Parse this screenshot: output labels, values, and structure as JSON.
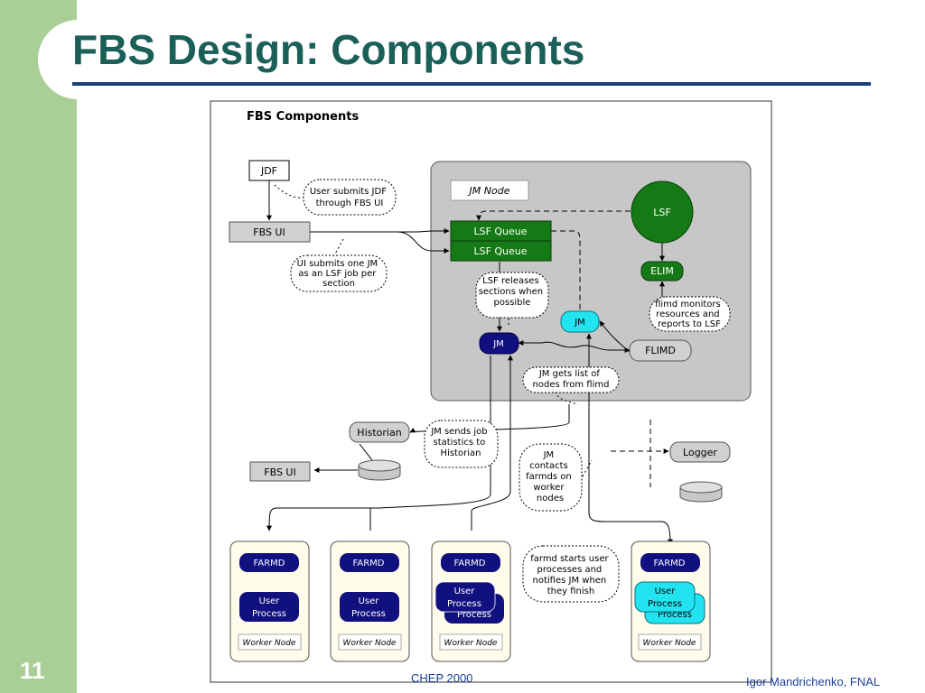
{
  "slide": {
    "title": "FBS Design: Components",
    "number": "11",
    "footer_center": "CHEP 2000",
    "footer_right": "Igor Mandrichenko, FNAL"
  },
  "diagram": {
    "title": "FBS Components",
    "jm_node_label": "JM Node",
    "jdf": "JDF",
    "fbs_ui": "FBS UI",
    "lsf_queue": "LSF Queue",
    "lsf": "LSF",
    "elim": "ELIM",
    "jm": "JM",
    "flimd": "FLIMD",
    "historian": "Historian",
    "logger": "Logger",
    "farmd": "FARMD",
    "user_process_1": "User",
    "user_process_2": "Process",
    "worker_node": "Worker Node",
    "notes": {
      "user_submits": [
        "User submits JDF",
        "through FBS UI"
      ],
      "ui_submits": [
        "UI submits one JM",
        "as an LSF job per",
        "section"
      ],
      "lsf_releases": [
        "LSF releases",
        "sections when",
        "possible"
      ],
      "flimd_monitors": [
        "flimd monitors",
        "resources and",
        "reports to LSF"
      ],
      "jm_gets": [
        "JM gets list of",
        "nodes from flimd"
      ],
      "jm_sends": [
        "JM sends job",
        "statistics to",
        "Historian"
      ],
      "jm_contacts": [
        "JM",
        "contacts",
        "farmds on",
        "worker",
        "nodes"
      ],
      "farmd_starts": [
        "farmd starts user",
        "processes and",
        "notifies JM when",
        "they finish"
      ]
    }
  },
  "colors": {
    "title": "#1a5f58",
    "left_bar": "#a9cf96",
    "rule": "#1a3f7a",
    "footer": "#1a3f9a",
    "navy": "#10107e",
    "cyan": "#22e4f0",
    "green": "#157a15",
    "gray_node": "#d0d0d0",
    "gray_panel": "#c7c7c7"
  }
}
